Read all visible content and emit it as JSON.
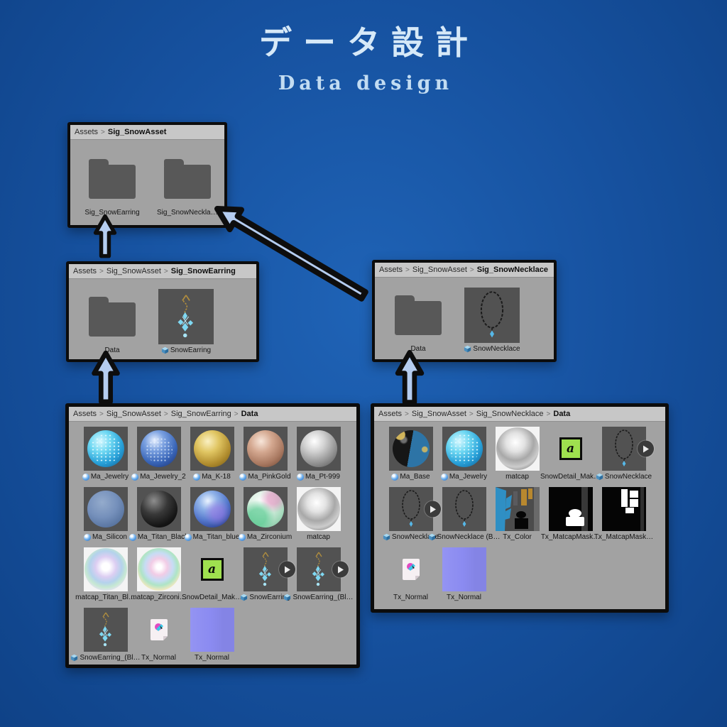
{
  "header": {
    "title": "データ設計",
    "subtitle": "Data design"
  },
  "icons": {
    "a_badge": "a"
  },
  "colors": {
    "background_center": "#1f63b6",
    "background_edge": "#0f4287",
    "arrow_fill": "#b5cdf0",
    "arrow_outline": "#0d0d0d",
    "panel_body": "#a2a2a2",
    "panel_breadcrumb_bar": "#c7c7c7",
    "thumbnail_bg": "#525252",
    "normal_map_purple": "#8b8bf1",
    "detail_icon_green": "#9fe04f",
    "title_text": "#d6e9f8"
  },
  "panels": {
    "p1": {
      "breadcrumb": [
        "Assets",
        "Sig_SnowAsset"
      ],
      "items": [
        {
          "label": "Sig_SnowEarring",
          "kind": "folder",
          "icon": "none"
        },
        {
          "label": "Sig_SnowNeckla…",
          "kind": "folder",
          "icon": "none"
        }
      ]
    },
    "p2": {
      "breadcrumb": [
        "Assets",
        "Sig_SnowAsset",
        "Sig_SnowEarring"
      ],
      "items": [
        {
          "label": "Data",
          "kind": "folder",
          "icon": "none"
        },
        {
          "label": "SnowEarring",
          "kind": "earring",
          "icon": "prefab"
        }
      ]
    },
    "p3": {
      "breadcrumb": [
        "Assets",
        "Sig_SnowAsset",
        "Sig_SnowNecklace"
      ],
      "items": [
        {
          "label": "Data",
          "kind": "folder",
          "icon": "none"
        },
        {
          "label": "SnowNecklace",
          "kind": "necklace",
          "icon": "prefab"
        }
      ]
    },
    "p4": {
      "breadcrumb": [
        "Assets",
        "Sig_SnowAsset",
        "Sig_SnowEarring",
        "Data"
      ],
      "items": [
        {
          "label": "Ma_Jewelry",
          "kind": "sphere-jewelry",
          "icon": "material"
        },
        {
          "label": "Ma_Jewelry_2",
          "kind": "sphere-jewelry2",
          "icon": "material"
        },
        {
          "label": "Ma_K-18",
          "kind": "sphere-k18",
          "icon": "material"
        },
        {
          "label": "Ma_PinkGold",
          "kind": "sphere-pinkgold",
          "icon": "material"
        },
        {
          "label": "Ma_Pt-999",
          "kind": "sphere-pt999",
          "icon": "material"
        },
        {
          "label": "Ma_Silicon",
          "kind": "sphere-silicon",
          "icon": "material"
        },
        {
          "label": "Ma_Titan_Black",
          "kind": "sphere-titanblack",
          "icon": "material"
        },
        {
          "label": "Ma_Titan_blue",
          "kind": "sphere-titanblue",
          "icon": "material"
        },
        {
          "label": "Ma_Zirconium",
          "kind": "sphere-zirconium",
          "icon": "material"
        },
        {
          "label": "matcap",
          "kind": "matcap",
          "icon": "none"
        },
        {
          "label": "matcap_Titan_Bl…",
          "kind": "matcap-titan",
          "icon": "none"
        },
        {
          "label": "matcap_Zirconi…",
          "kind": "matcap-zirconium",
          "icon": "none"
        },
        {
          "label": "SnowDetail_Mak…",
          "kind": "icon-a",
          "icon": "none"
        },
        {
          "label": "SnowEarring",
          "kind": "earring",
          "icon": "prefab",
          "expand": true
        },
        {
          "label": "SnowEarring_(Bl…",
          "kind": "earring",
          "icon": "prefab",
          "expand": true
        },
        {
          "label": "SnowEarring_(Bl…",
          "kind": "earring",
          "icon": "prefab"
        },
        {
          "label": "Tx_Normal",
          "kind": "imgfile",
          "icon": "none"
        },
        {
          "label": "Tx_Normal",
          "kind": "normalmap",
          "icon": "none"
        }
      ]
    },
    "p5": {
      "breadcrumb": [
        "Assets",
        "Sig_SnowAsset",
        "Sig_SnowNecklace",
        "Data"
      ],
      "items": [
        {
          "label": "Ma_Base",
          "kind": "sphere-base",
          "icon": "material"
        },
        {
          "label": "Ma_Jewelry",
          "kind": "sphere-jewelry",
          "icon": "material"
        },
        {
          "label": "matcap",
          "kind": "matcap",
          "icon": "none"
        },
        {
          "label": "SnowDetail_Mak…",
          "kind": "icon-a",
          "icon": "none"
        },
        {
          "label": "SnowNecklace",
          "kind": "necklace",
          "icon": "prefab",
          "expand": true
        },
        {
          "label": "SnowNecklace",
          "kind": "necklace",
          "icon": "prefab",
          "expand": true
        },
        {
          "label": "SnowNecklace (B…",
          "kind": "necklace",
          "icon": "prefab"
        },
        {
          "label": "Tx_Color",
          "kind": "txcolor",
          "icon": "none"
        },
        {
          "label": "Tx_MatcapMask…",
          "kind": "mask1",
          "icon": "none"
        },
        {
          "label": "Tx_MatcapMask…",
          "kind": "mask2",
          "icon": "none"
        },
        {
          "label": "Tx_Normal",
          "kind": "imgfile",
          "icon": "none"
        },
        {
          "label": "Tx_Normal",
          "kind": "normalmap",
          "icon": "none"
        }
      ]
    }
  }
}
